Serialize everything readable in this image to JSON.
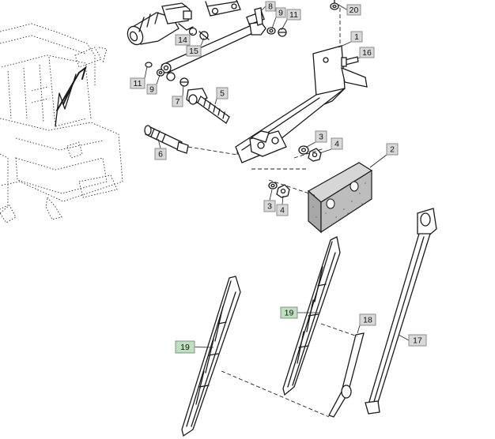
{
  "colors": {
    "callout_fill": "#d9d9d9",
    "callout_highlight_fill": "#bfe0bf",
    "callout_highlight_border": "#5a9a5a",
    "line": "#1a1a1a",
    "pad_fill": "#bdbdbd"
  },
  "callouts": [
    {
      "id": "c-20",
      "label": "20"
    },
    {
      "id": "c-8",
      "label": "8"
    },
    {
      "id": "c-9a",
      "label": "9"
    },
    {
      "id": "c-11a",
      "label": "11"
    },
    {
      "id": "c-14",
      "label": "14"
    },
    {
      "id": "c-15",
      "label": "15"
    },
    {
      "id": "c-1",
      "label": "1"
    },
    {
      "id": "c-16",
      "label": "16"
    },
    {
      "id": "c-11b",
      "label": "11"
    },
    {
      "id": "c-9b",
      "label": "9"
    },
    {
      "id": "c-7",
      "label": "7"
    },
    {
      "id": "c-5",
      "label": "5"
    },
    {
      "id": "c-6",
      "label": "6"
    },
    {
      "id": "c-3a",
      "label": "3"
    },
    {
      "id": "c-4a",
      "label": "4"
    },
    {
      "id": "c-2",
      "label": "2"
    },
    {
      "id": "c-3b",
      "label": "3"
    },
    {
      "id": "c-4b",
      "label": "4"
    },
    {
      "id": "c-19a",
      "label": "19",
      "highlight": true
    },
    {
      "id": "c-18",
      "label": "18"
    },
    {
      "id": "c-19b",
      "label": "19",
      "highlight": true
    },
    {
      "id": "c-17",
      "label": "17"
    }
  ]
}
